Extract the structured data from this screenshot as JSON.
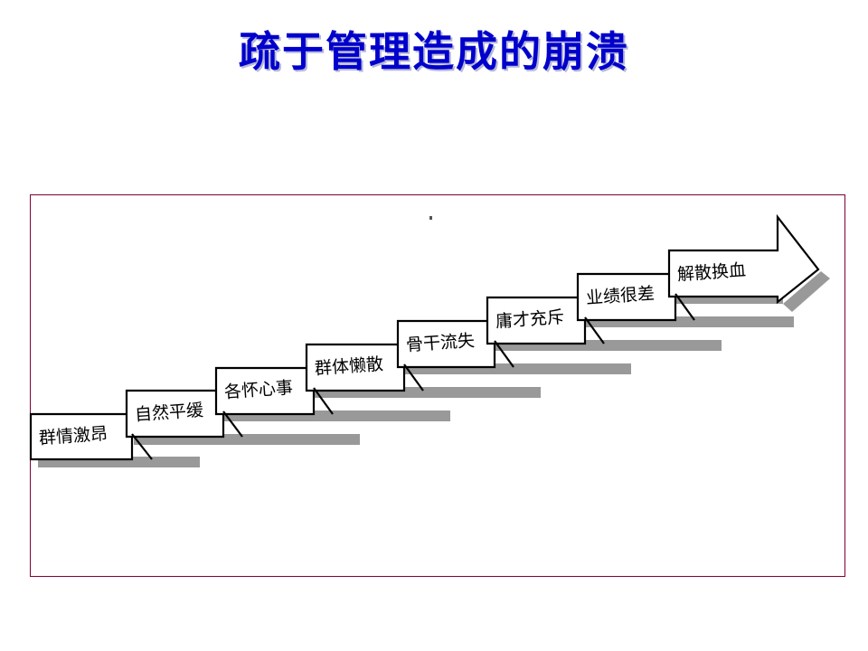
{
  "slide": {
    "title": "疏于管理造成的崩溃",
    "title_color": "#0000CC",
    "title_shadow_color": "#B8B8D8",
    "background_color": "#FFFFFF",
    "frame_border_color": "#800033"
  },
  "diagram": {
    "type": "ascending-staircase-arrow",
    "direction": "left-bottom to right-top",
    "step_fill_color": "#FFFFFF",
    "step_outline_color": "#000000",
    "step_shadow_color": "#999999",
    "arrowhead": "right-pointing",
    "steps": [
      {
        "order": 1,
        "label": "群情激昂"
      },
      {
        "order": 2,
        "label": "自然平缓"
      },
      {
        "order": 3,
        "label": "各怀心事"
      },
      {
        "order": 4,
        "label": "群体懒散"
      },
      {
        "order": 5,
        "label": "骨干流失"
      },
      {
        "order": 6,
        "label": "庸才充斥"
      },
      {
        "order": 7,
        "label": "业绩很差"
      },
      {
        "order": 8,
        "label": "解散换血"
      }
    ]
  }
}
